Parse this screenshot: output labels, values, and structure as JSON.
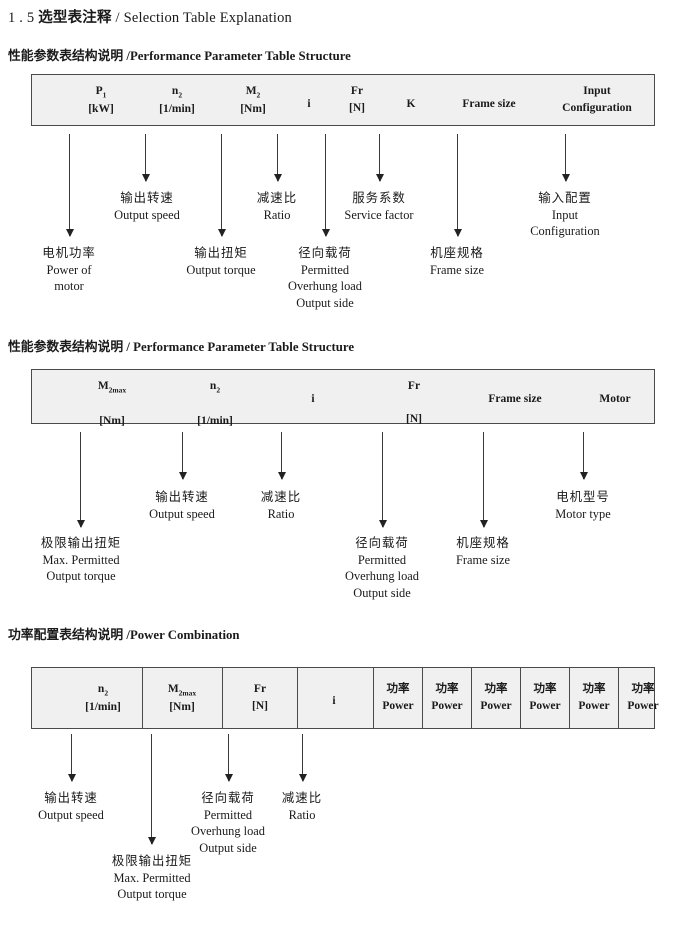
{
  "document": {
    "title_number": "1 . 5",
    "title_cn": "选型表注释",
    "title_sep": "/",
    "title_en": "Selection Table Explanation"
  },
  "sections": [
    {
      "id": "performance-parameter-1",
      "heading_cn": "性能参数表结构说明",
      "heading_sep": "/",
      "heading_en": "Performance Parameter Table Structure",
      "table": {
        "columns": [
          {
            "symbol": "P",
            "sub": "1",
            "unit": "[kW]"
          },
          {
            "symbol": "n",
            "sub": "2",
            "unit": "[1/min]"
          },
          {
            "symbol": "M",
            "sub": "2",
            "unit": "[Nm]"
          },
          {
            "symbol": "i",
            "sub": "",
            "unit": ""
          },
          {
            "symbol": "Fr",
            "sub": "",
            "unit": "[N]"
          },
          {
            "symbol": "K",
            "sub": "",
            "unit": ""
          },
          {
            "symbol": "Frame size",
            "sub": "",
            "unit": ""
          },
          {
            "symbol": "Input",
            "sub": "",
            "unit": "Configuration"
          }
        ]
      },
      "annotations": [
        {
          "cn": "电机功率",
          "en1": "Power of",
          "en2": "motor",
          "en3": "",
          "en4": ""
        },
        {
          "cn": "输出转速",
          "en1": "Output speed",
          "en2": "",
          "en3": "",
          "en4": ""
        },
        {
          "cn": "输出扭矩",
          "en1": "Output torque",
          "en2": "",
          "en3": "",
          "en4": ""
        },
        {
          "cn": "减速比",
          "en1": "Ratio",
          "en2": "",
          "en3": "",
          "en4": ""
        },
        {
          "cn": "径向载荷",
          "en1": "Permitted",
          "en2": "Overhung load",
          "en3": "Output side",
          "en4": ""
        },
        {
          "cn": "服务系数",
          "en1": "Service factor",
          "en2": "",
          "en3": "",
          "en4": ""
        },
        {
          "cn": "机座规格",
          "en1": "Frame size",
          "en2": "",
          "en3": "",
          "en4": ""
        },
        {
          "cn": "输入配置",
          "en1": "Input",
          "en2": "Configuration",
          "en3": "",
          "en4": ""
        }
      ]
    },
    {
      "id": "performance-parameter-2",
      "heading_cn": "性能参数表结构说明",
      "heading_sep": "/",
      "heading_en": "Performance Parameter Table Structure",
      "table": {
        "columns": [
          {
            "symbol": "M",
            "sub": "2max",
            "unit": "[Nm]"
          },
          {
            "symbol": "n",
            "sub": "2",
            "unit": "[1/min]"
          },
          {
            "symbol": "i",
            "sub": "",
            "unit": ""
          },
          {
            "symbol": "Fr",
            "sub": "",
            "unit": "[N]"
          },
          {
            "symbol": "Frame size",
            "sub": "",
            "unit": ""
          },
          {
            "symbol": "Motor",
            "sub": "",
            "unit": ""
          }
        ]
      },
      "annotations": [
        {
          "cn": "极限输出扭矩",
          "en1": "Max. Permitted",
          "en2": "Output  torque",
          "en3": "",
          "en4": ""
        },
        {
          "cn": "输出转速",
          "en1": "Output speed",
          "en2": "",
          "en3": "",
          "en4": ""
        },
        {
          "cn": "减速比",
          "en1": "Ratio",
          "en2": "",
          "en3": "",
          "en4": ""
        },
        {
          "cn": "径向载荷",
          "en1": "Permitted",
          "en2": "Overhung load",
          "en3": "Output side",
          "en4": ""
        },
        {
          "cn": "机座规格",
          "en1": "Frame size",
          "en2": "",
          "en3": "",
          "en4": ""
        },
        {
          "cn": "电机型号",
          "en1": "Motor type",
          "en2": "",
          "en3": "",
          "en4": ""
        }
      ]
    },
    {
      "id": "power-combination",
      "heading_cn": "功率配置表结构说明",
      "heading_sep": "/",
      "heading_en": "Power Combination",
      "table": {
        "columns": [
          {
            "symbol": "n",
            "sub": "2",
            "unit": "[1/min]"
          },
          {
            "symbol": "M",
            "sub": "2max",
            "unit": "[Nm]"
          },
          {
            "symbol": "Fr",
            "sub": "",
            "unit": "[N]"
          },
          {
            "symbol": "i",
            "sub": "",
            "unit": ""
          },
          {
            "symbol": "功率",
            "sub": "",
            "unit": "Power"
          },
          {
            "symbol": "功率",
            "sub": "",
            "unit": "Power"
          },
          {
            "symbol": "功率",
            "sub": "",
            "unit": "Power"
          },
          {
            "symbol": "功率",
            "sub": "",
            "unit": "Power"
          },
          {
            "symbol": "功率",
            "sub": "",
            "unit": "Power"
          },
          {
            "symbol": "功率",
            "sub": "",
            "unit": "Power"
          }
        ]
      },
      "annotations": [
        {
          "cn": "输出转速",
          "en1": "Output speed",
          "en2": "",
          "en3": "",
          "en4": ""
        },
        {
          "cn": "极限输出扭矩",
          "en1": "Max. Permitted",
          "en2": "Output  torque",
          "en3": "",
          "en4": ""
        },
        {
          "cn": "径向载荷",
          "en1": "Permitted",
          "en2": "Overhung load",
          "en3": "Output side",
          "en4": ""
        },
        {
          "cn": "减速比",
          "en1": "Ratio",
          "en2": "",
          "en3": "",
          "en4": ""
        }
      ]
    }
  ],
  "colors": {
    "table_fill": "#f0f0f0",
    "table_border": "#4a4a4a",
    "text": "#1a1a1a",
    "arrow": "#2a2a2a"
  }
}
